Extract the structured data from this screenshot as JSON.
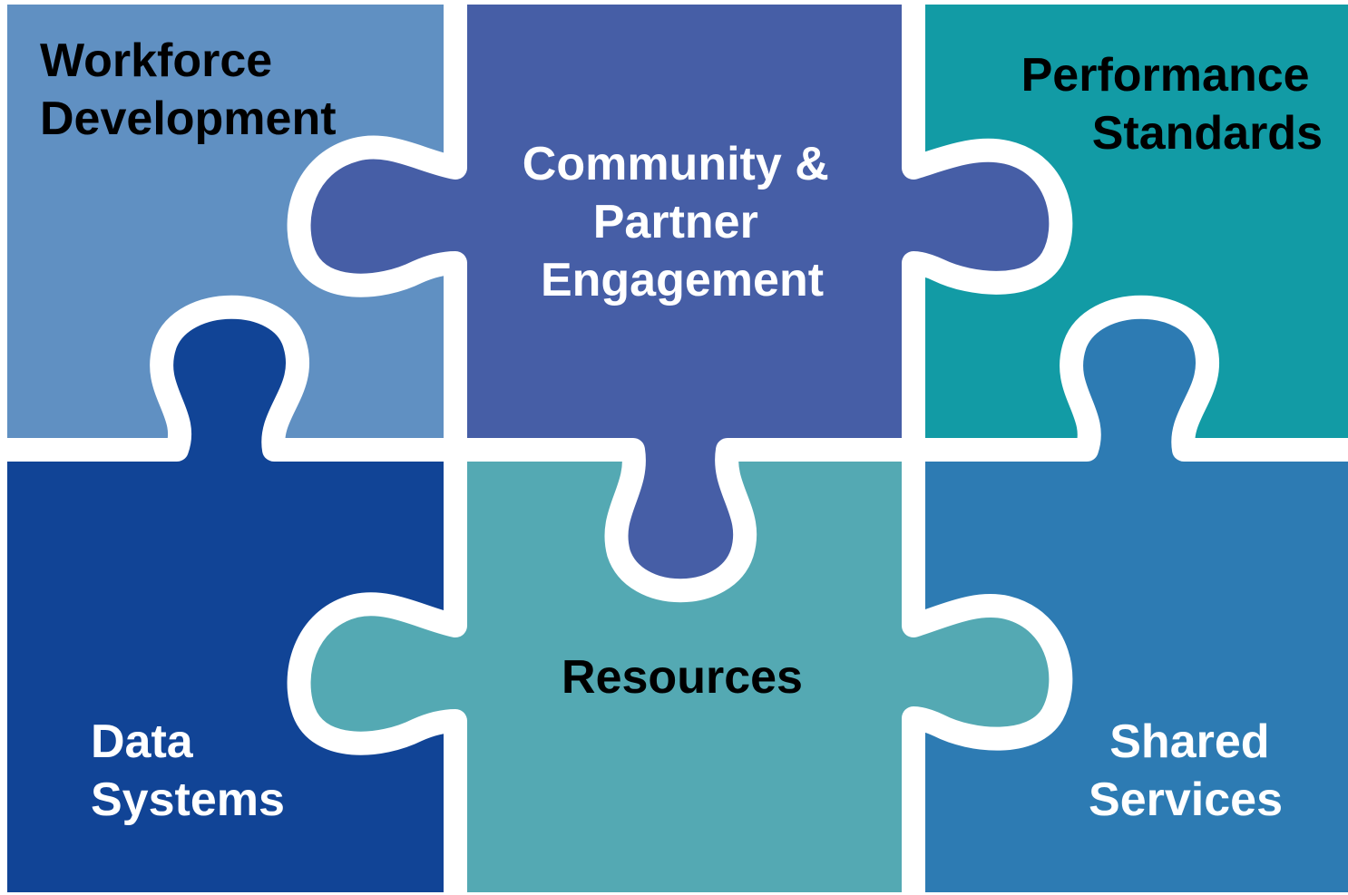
{
  "pieces": [
    {
      "id": "workforce-development",
      "lines": [
        "Workforce",
        "Development"
      ],
      "fill": "#6090c2",
      "text_color": "#000000"
    },
    {
      "id": "community-partner-engagement",
      "lines": [
        "Community &",
        "Partner",
        "Engagement"
      ],
      "fill": "#465ea6",
      "text_color": "#ffffff"
    },
    {
      "id": "performance-standards",
      "lines": [
        "Performance",
        "Standards"
      ],
      "fill": "#129ba5",
      "text_color": "#000000"
    },
    {
      "id": "data-systems",
      "lines": [
        "Data",
        "Systems"
      ],
      "fill": "#114496",
      "text_color": "#ffffff"
    },
    {
      "id": "resources",
      "lines": [
        "Resources"
      ],
      "fill": "#54a9b3",
      "text_color": "#000000"
    },
    {
      "id": "shared-services",
      "lines": [
        "Shared",
        "Services"
      ],
      "fill": "#2d7bb3",
      "text_color": "#ffffff"
    }
  ],
  "gap_color": "#ffffff"
}
